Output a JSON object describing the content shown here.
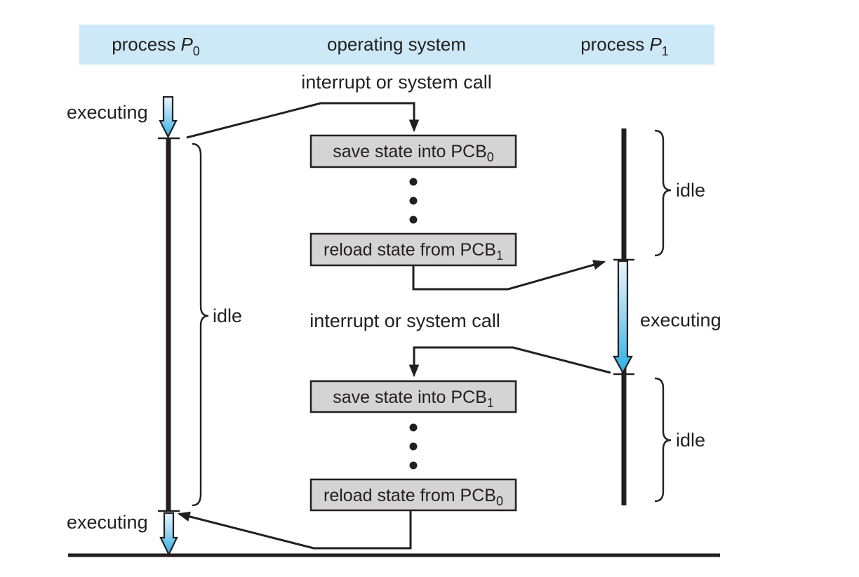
{
  "colors": {
    "background": "#ffffff",
    "header_bg": "#cde9f7",
    "box_fill": "#d4d4d4",
    "ink": "#231f20",
    "arrow_blue": "#29b1e6",
    "arrow_light": "#eaf6fc"
  },
  "header": {
    "col_p0": {
      "pre": "process ",
      "var": "P",
      "sub": "0"
    },
    "col_os": {
      "label": "operating system"
    },
    "col_p1": {
      "pre": "process ",
      "var": "P",
      "sub": "1"
    }
  },
  "labels": {
    "interrupt_top": "interrupt or system call",
    "interrupt_middle": "interrupt or system call",
    "executing_p0_top": "executing",
    "executing_p0_bottom": "executing",
    "executing_p1": "executing",
    "idle_p0": "idle",
    "idle_p1_top": "idle",
    "idle_p1_bottom": "idle"
  },
  "os_boxes": [
    {
      "text": "save state into PCB",
      "sub": "0"
    },
    {
      "text": "reload state from PCB",
      "sub": "1"
    },
    {
      "text": "save state into PCB",
      "sub": "1"
    },
    {
      "text": "reload state from PCB",
      "sub": "0"
    }
  ]
}
